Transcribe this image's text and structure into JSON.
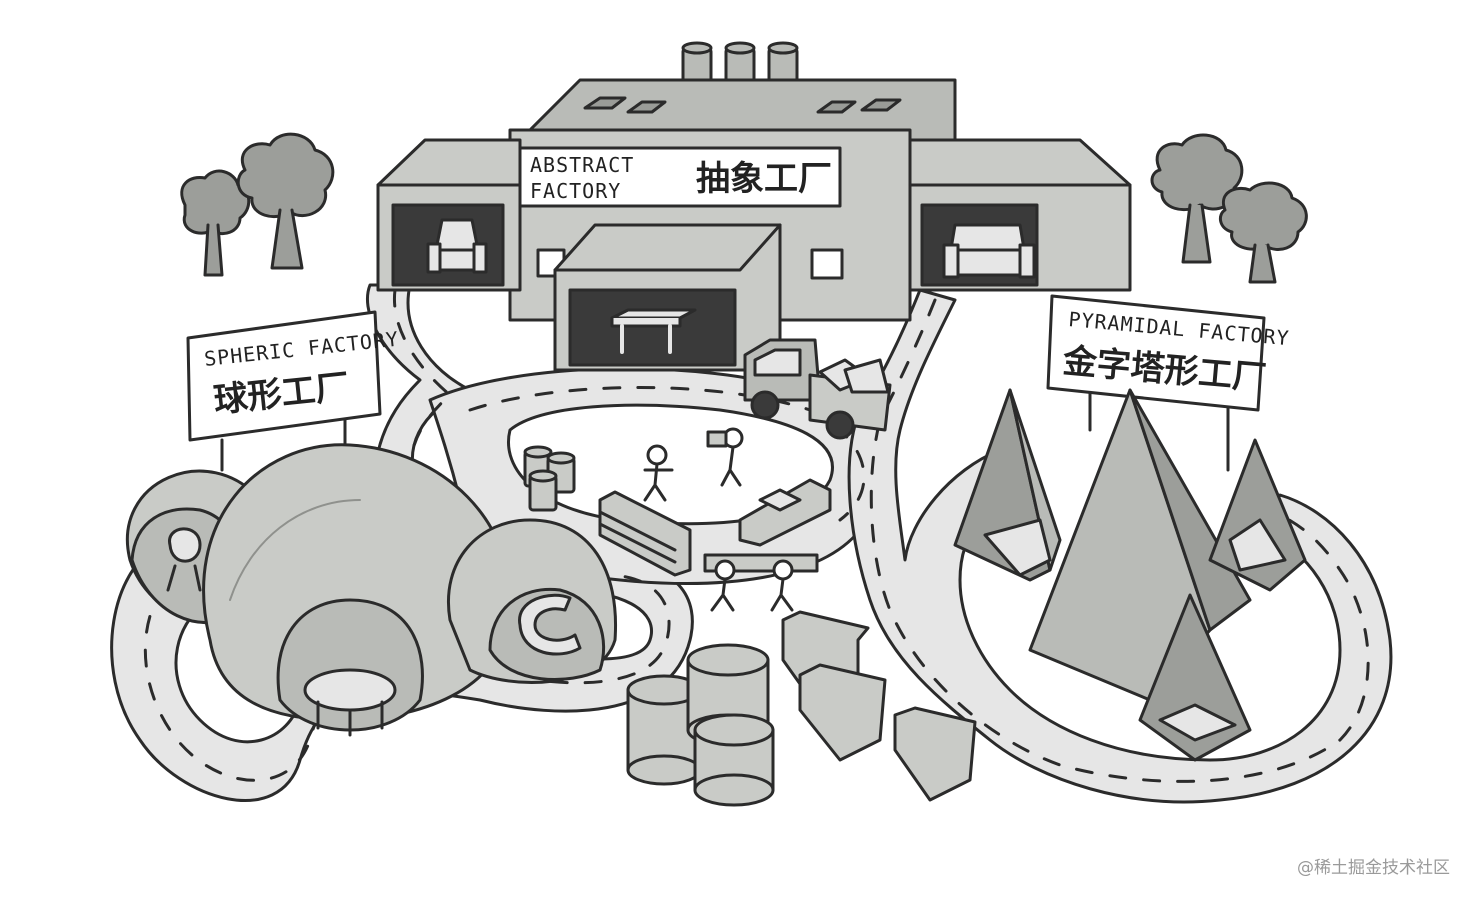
{
  "abstract_sign": {
    "latin_line1": "ABSTRACT",
    "latin_line2": "FACTORY",
    "cjk": "抽象工厂"
  },
  "spheric_sign": {
    "latin": "SPHERIC FACTORY",
    "cjk": "球形工厂"
  },
  "pyramidal_sign": {
    "latin": "PYRAMIDAL FACTORY",
    "cjk": "金字塔形工厂"
  },
  "watermark": "@稀土掘金技术社区",
  "colors": {
    "outline": "#2b2b2b",
    "building": "#c9cbc7",
    "building_dark": "#a9aca8",
    "road": "#e6e6e6",
    "ground": "#ffffff",
    "tree": "#9c9e9a"
  }
}
